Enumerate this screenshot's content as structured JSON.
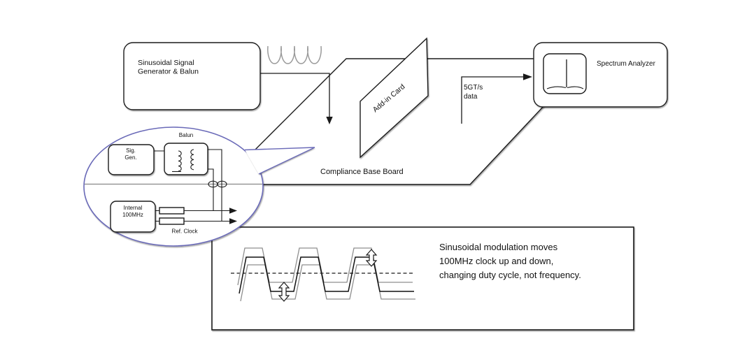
{
  "diagram": {
    "generator": {
      "line1": "Sinusoidal Signal",
      "line2": "Generator & Balun"
    },
    "add_in_card_label": "Add-in Card",
    "base_board_label": "Compliance Base Board",
    "data_label": {
      "line1": "5GT/s",
      "line2": "data"
    },
    "spectrum_analyzer_label": "Spectrum Analyzer",
    "inset": {
      "balun_label": "Balun",
      "sig_gen": {
        "line1": "Sig.",
        "line2": "Gen."
      },
      "internal_clock": {
        "line1": "Internal",
        "line2": "100MHz"
      },
      "ref_clock_label": "Ref. Clock"
    },
    "note": {
      "line1": "Sinusoidal modulation moves",
      "line2": "100MHz clock up and down,",
      "line3": "changing duty cycle, not frequency."
    },
    "colors": {
      "ellipse_accent": "#6a6ab8",
      "wave_gray": "#8f8f8f",
      "squiggle_gray": "#9a9a9a",
      "ink": "#1a1a1a"
    }
  }
}
